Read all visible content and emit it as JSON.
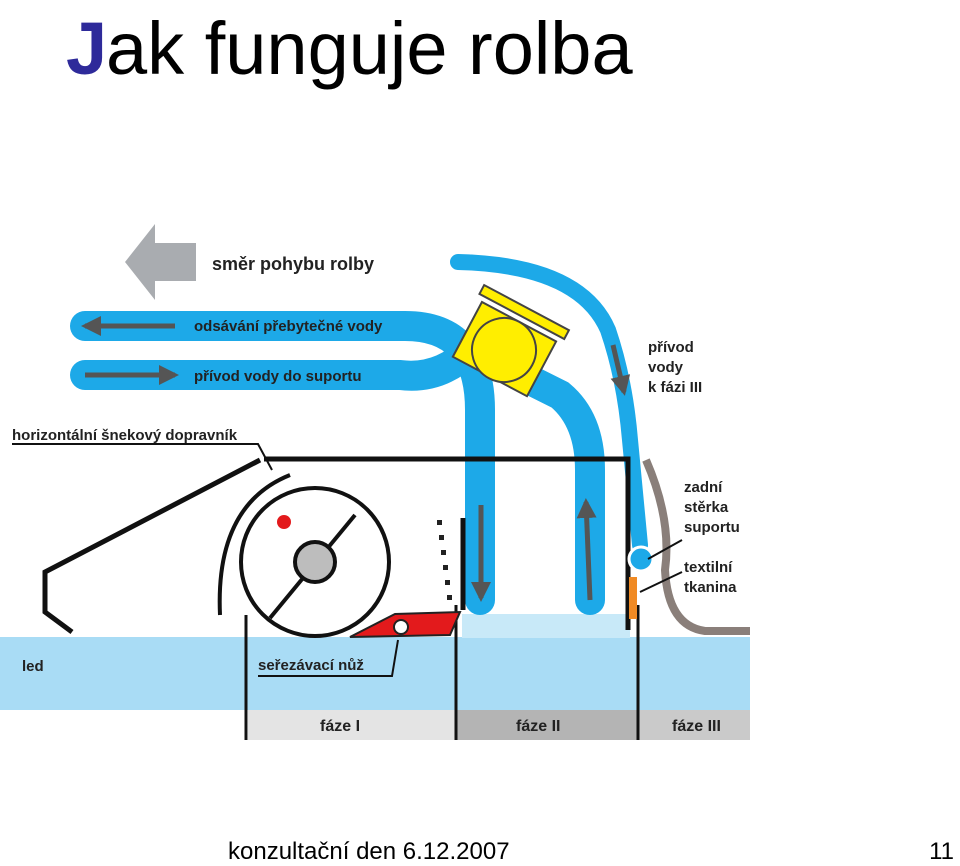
{
  "slide": {
    "title_initial": "J",
    "title_rest": "ak funguje rolba",
    "footer": "konzultační den 6.12.2007",
    "page_number": "11"
  },
  "diagram": {
    "labels": {
      "direction": "směr pohybu rolby",
      "suction": "odsávání přebytečné vody",
      "water_supply": "přívod vody do suportu",
      "phase3_supply_1": "přívod",
      "phase3_supply_2": "vody",
      "phase3_supply_3": "k fázi III",
      "auger": "horizontální šnekový dopravník",
      "scraper_1": "zadní",
      "scraper_2": "stěrka",
      "scraper_3": "suportu",
      "cloth_1": "textilní",
      "cloth_2": "tkanina",
      "ice": "led",
      "blade": "seřezávací nůž",
      "phase1": "fáze I",
      "phase2": "fáze II",
      "phase3": "fáze III"
    },
    "colors": {
      "pipe": "#1da9e8",
      "ice": "#a9dcf5",
      "arrow": "#555555",
      "direction_arrow": "#a9acb0",
      "valve": "#ffee00",
      "blade": "#e31a1c",
      "cloth": "#f08a24",
      "scraper": "#8a7f7a",
      "phase_bar_light": "#e4e4e4",
      "phase_bar_dark": "#b4b4b4"
    }
  }
}
